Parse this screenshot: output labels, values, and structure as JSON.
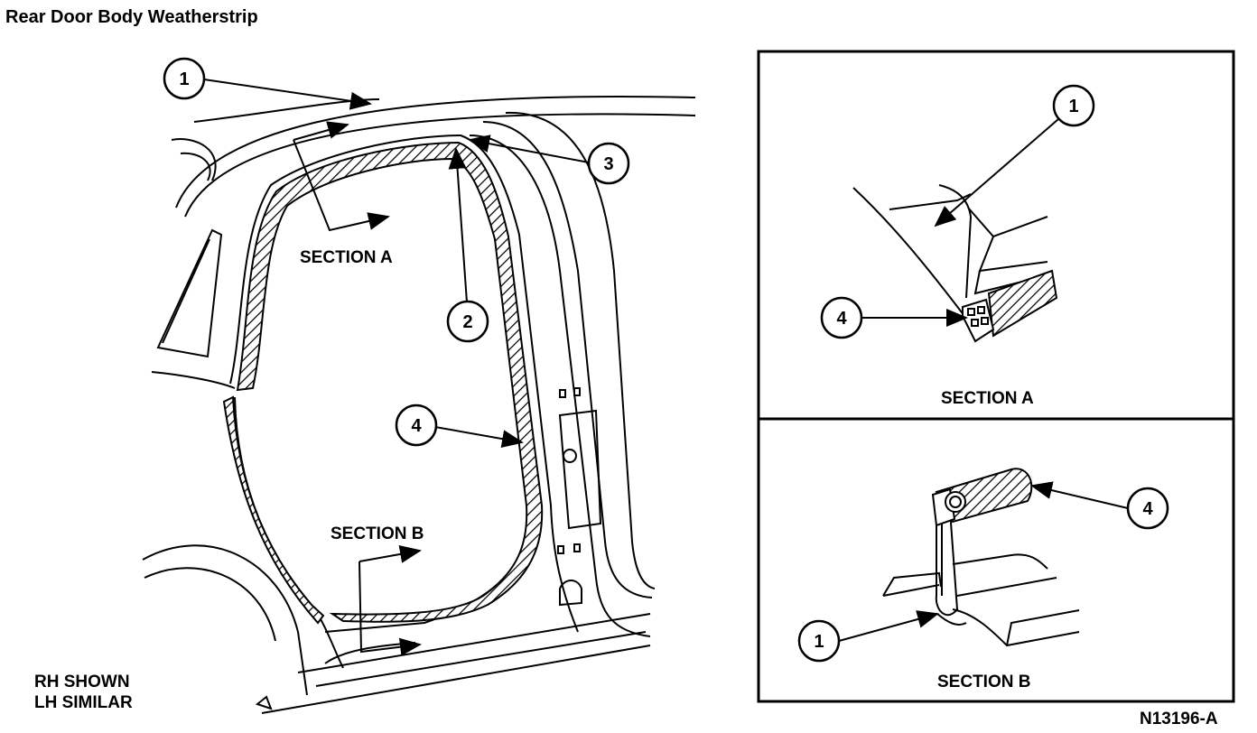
{
  "title": "Rear Door Body Weatherstrip",
  "main_view": {
    "callouts": [
      "1",
      "3",
      "2",
      "4"
    ],
    "section_a_label": "SECTION A",
    "section_b_label": "SECTION B"
  },
  "note": {
    "line1": "RH SHOWN",
    "line2": "LH SIMILAR"
  },
  "detail_a": {
    "callouts": [
      "1",
      "4"
    ],
    "caption": "SECTION A"
  },
  "detail_b": {
    "callouts": [
      "4",
      "1"
    ],
    "caption": "SECTION B"
  },
  "figure_id": "N13196-A"
}
